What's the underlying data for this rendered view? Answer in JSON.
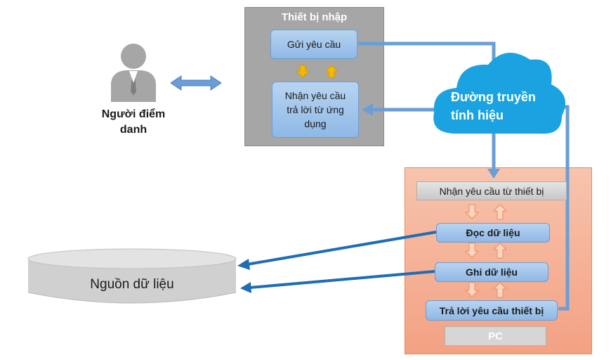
{
  "person": {
    "label": "Người điểm danh"
  },
  "input_device": {
    "title": "Thiết bị nhập",
    "send_request": "Gửi yêu cầu",
    "receive_reply": "Nhận yêu cầu trả lời từ ứng dụng"
  },
  "signal": {
    "label": "Đường truyền tính hiệu"
  },
  "pc": {
    "receive_request": "Nhận yêu cầu từ thiết bị",
    "read_data": "Đọc dữ liệu",
    "write_data": "Ghi dữ liệu",
    "reply_request": "Trả lời yêu cầu thiết bị",
    "label": "PC"
  },
  "datasource": {
    "label": "Nguồn dữ liệu"
  },
  "colors": {
    "flow_line": "#6a9ed6",
    "data_arrow": "#1f6db5",
    "pc_bg": "#f6b49a",
    "device_bg": "#a6a6a6",
    "cloud": "#1aa3e0"
  }
}
